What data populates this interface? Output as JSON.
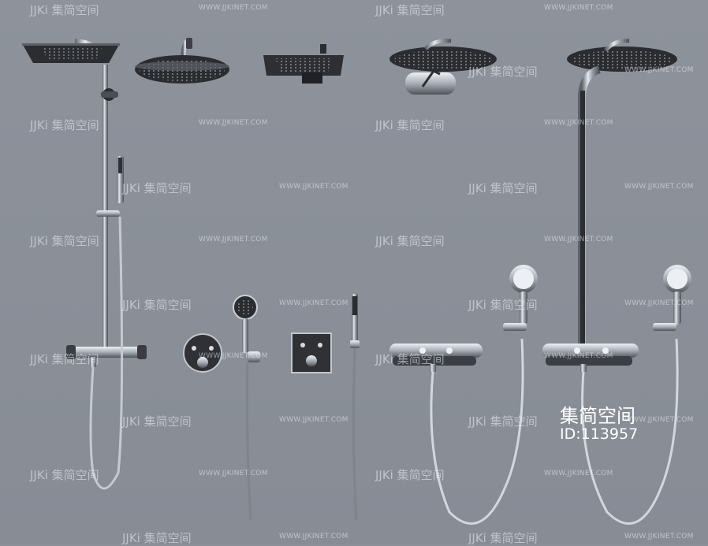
{
  "watermark": {
    "logo_text": "JJKi 集简空间",
    "url_text": "WWW.JJKINET.COM"
  },
  "overlay": {
    "title": "集简空间",
    "id": "ID:113957"
  },
  "colors": {
    "background": "#8a8f98",
    "chrome": "#c9ced6",
    "dark_metal": "#2d2f34",
    "watermark": "#e8ebf2"
  },
  "icons": [
    "shower-system-icon",
    "rain-head-icon",
    "square-head-icon",
    "round-head-icon",
    "hand-shower-icon",
    "control-panel-icon",
    "hose-icon"
  ]
}
